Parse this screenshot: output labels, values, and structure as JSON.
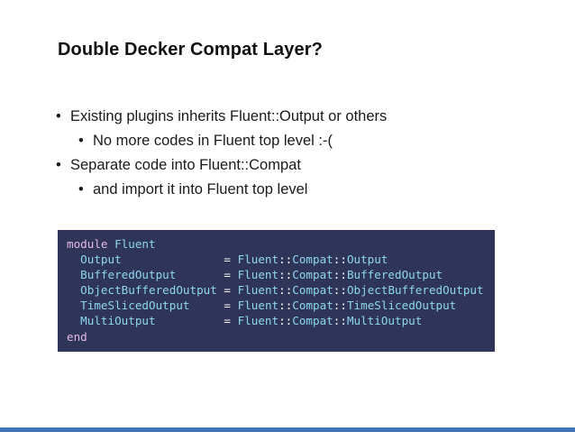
{
  "slide": {
    "title": "Double Decker Compat Layer?",
    "bullets": [
      {
        "level": 1,
        "bullet": "•",
        "text": "Existing plugins inherits Fluent::Output or others"
      },
      {
        "level": 2,
        "bullet": "•",
        "text": "No more codes in Fluent top level :-("
      },
      {
        "level": 1,
        "bullet": "•",
        "text": "Separate code into Fluent::Compat"
      },
      {
        "level": 2,
        "bullet": "•",
        "text": "and import it into Fluent top level"
      }
    ]
  },
  "code": {
    "module_keyword": "module",
    "module_name": "Fluent",
    "assignments": [
      {
        "name": "Output",
        "eq": "=",
        "ns1": "Fluent",
        "sep1": "::",
        "ns2": "Compat",
        "sep2": "::",
        "target": "Output"
      },
      {
        "name": "BufferedOutput",
        "eq": "=",
        "ns1": "Fluent",
        "sep1": "::",
        "ns2": "Compat",
        "sep2": "::",
        "target": "BufferedOutput"
      },
      {
        "name": "ObjectBufferedOutput",
        "eq": "=",
        "ns1": "Fluent",
        "sep1": "::",
        "ns2": "Compat",
        "sep2": "::",
        "target": "ObjectBufferedOutput"
      },
      {
        "name": "TimeSlicedOutput",
        "eq": "=",
        "ns1": "Fluent",
        "sep1": "::",
        "ns2": "Compat",
        "sep2": "::",
        "target": "TimeSlicedOutput"
      },
      {
        "name": "MultiOutput",
        "eq": "=",
        "ns1": "Fluent",
        "sep1": "::",
        "ns2": "Compat",
        "sep2": "::",
        "target": "MultiOutput"
      }
    ],
    "end_keyword": "end"
  },
  "colors": {
    "code_background": "#2f3559",
    "keyword": "#e6b8ea",
    "constant": "#8dd7ee",
    "footer_bar": "#3f73b8"
  }
}
